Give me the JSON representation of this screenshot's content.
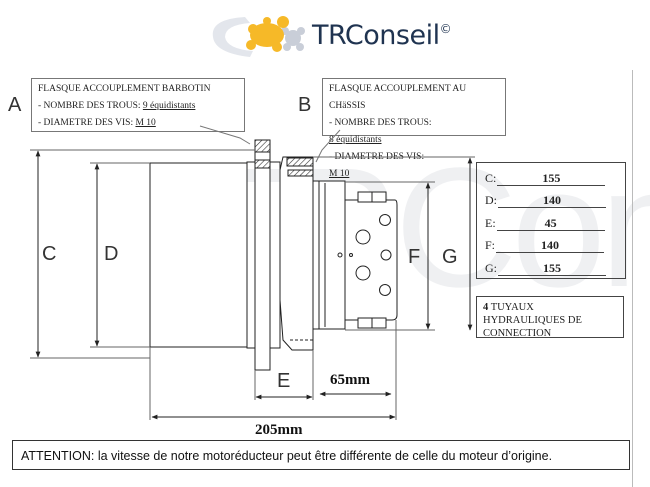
{
  "logo": {
    "text": "TRConseil",
    "symbol": "©",
    "accent": "#f6b928",
    "text_color": "#1f3350"
  },
  "watermark": "TRConseil©",
  "callout_a": {
    "letter": "A",
    "title": "FLASQUE ACCOUPLEMENT BARBOTIN",
    "holes_label": "- NOMBRE DES TROUS:",
    "holes_value": "9 équidistants",
    "screw_label": "- DIAMETRE DES VIS:",
    "screw_value": "M 10"
  },
  "callout_b": {
    "letter": "B",
    "title": "FLASQUE ACCOUPLEMENT AU CHäSSIS",
    "holes_label": "- NOMBRE DES TROUS:",
    "holes_value": "8 équidistants",
    "screw_label": "- DIAMETRE DES VIS:",
    "screw_value": "M 10"
  },
  "drawing_letters": {
    "c": "C",
    "d": "D",
    "e": "E",
    "f": "F",
    "g": "G"
  },
  "dimensions_table": [
    {
      "label": "C:",
      "value": "155"
    },
    {
      "label": "D:",
      "value": "140"
    },
    {
      "label": "E:",
      "value": "45"
    },
    {
      "label": "F:",
      "value": "140"
    },
    {
      "label": "G:",
      "value": "155"
    }
  ],
  "hoses_note": {
    "count": "4",
    "text": "TUYAUX HYDRAULIQUES DE CONNECTION"
  },
  "dim_65": "65mm",
  "dim_205": "205mm",
  "attention": "ATTENTION: la vitesse de notre motoréducteur peut être différente de celle du moteur d’origine."
}
